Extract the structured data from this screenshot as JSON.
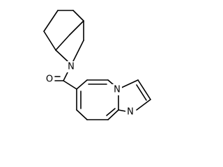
{
  "molecule": {
    "atoms": {
      "amide_n": "N",
      "carbonyl_o": "O",
      "ring_n_bridge": "N",
      "ring_n_imine": "N"
    }
  }
}
